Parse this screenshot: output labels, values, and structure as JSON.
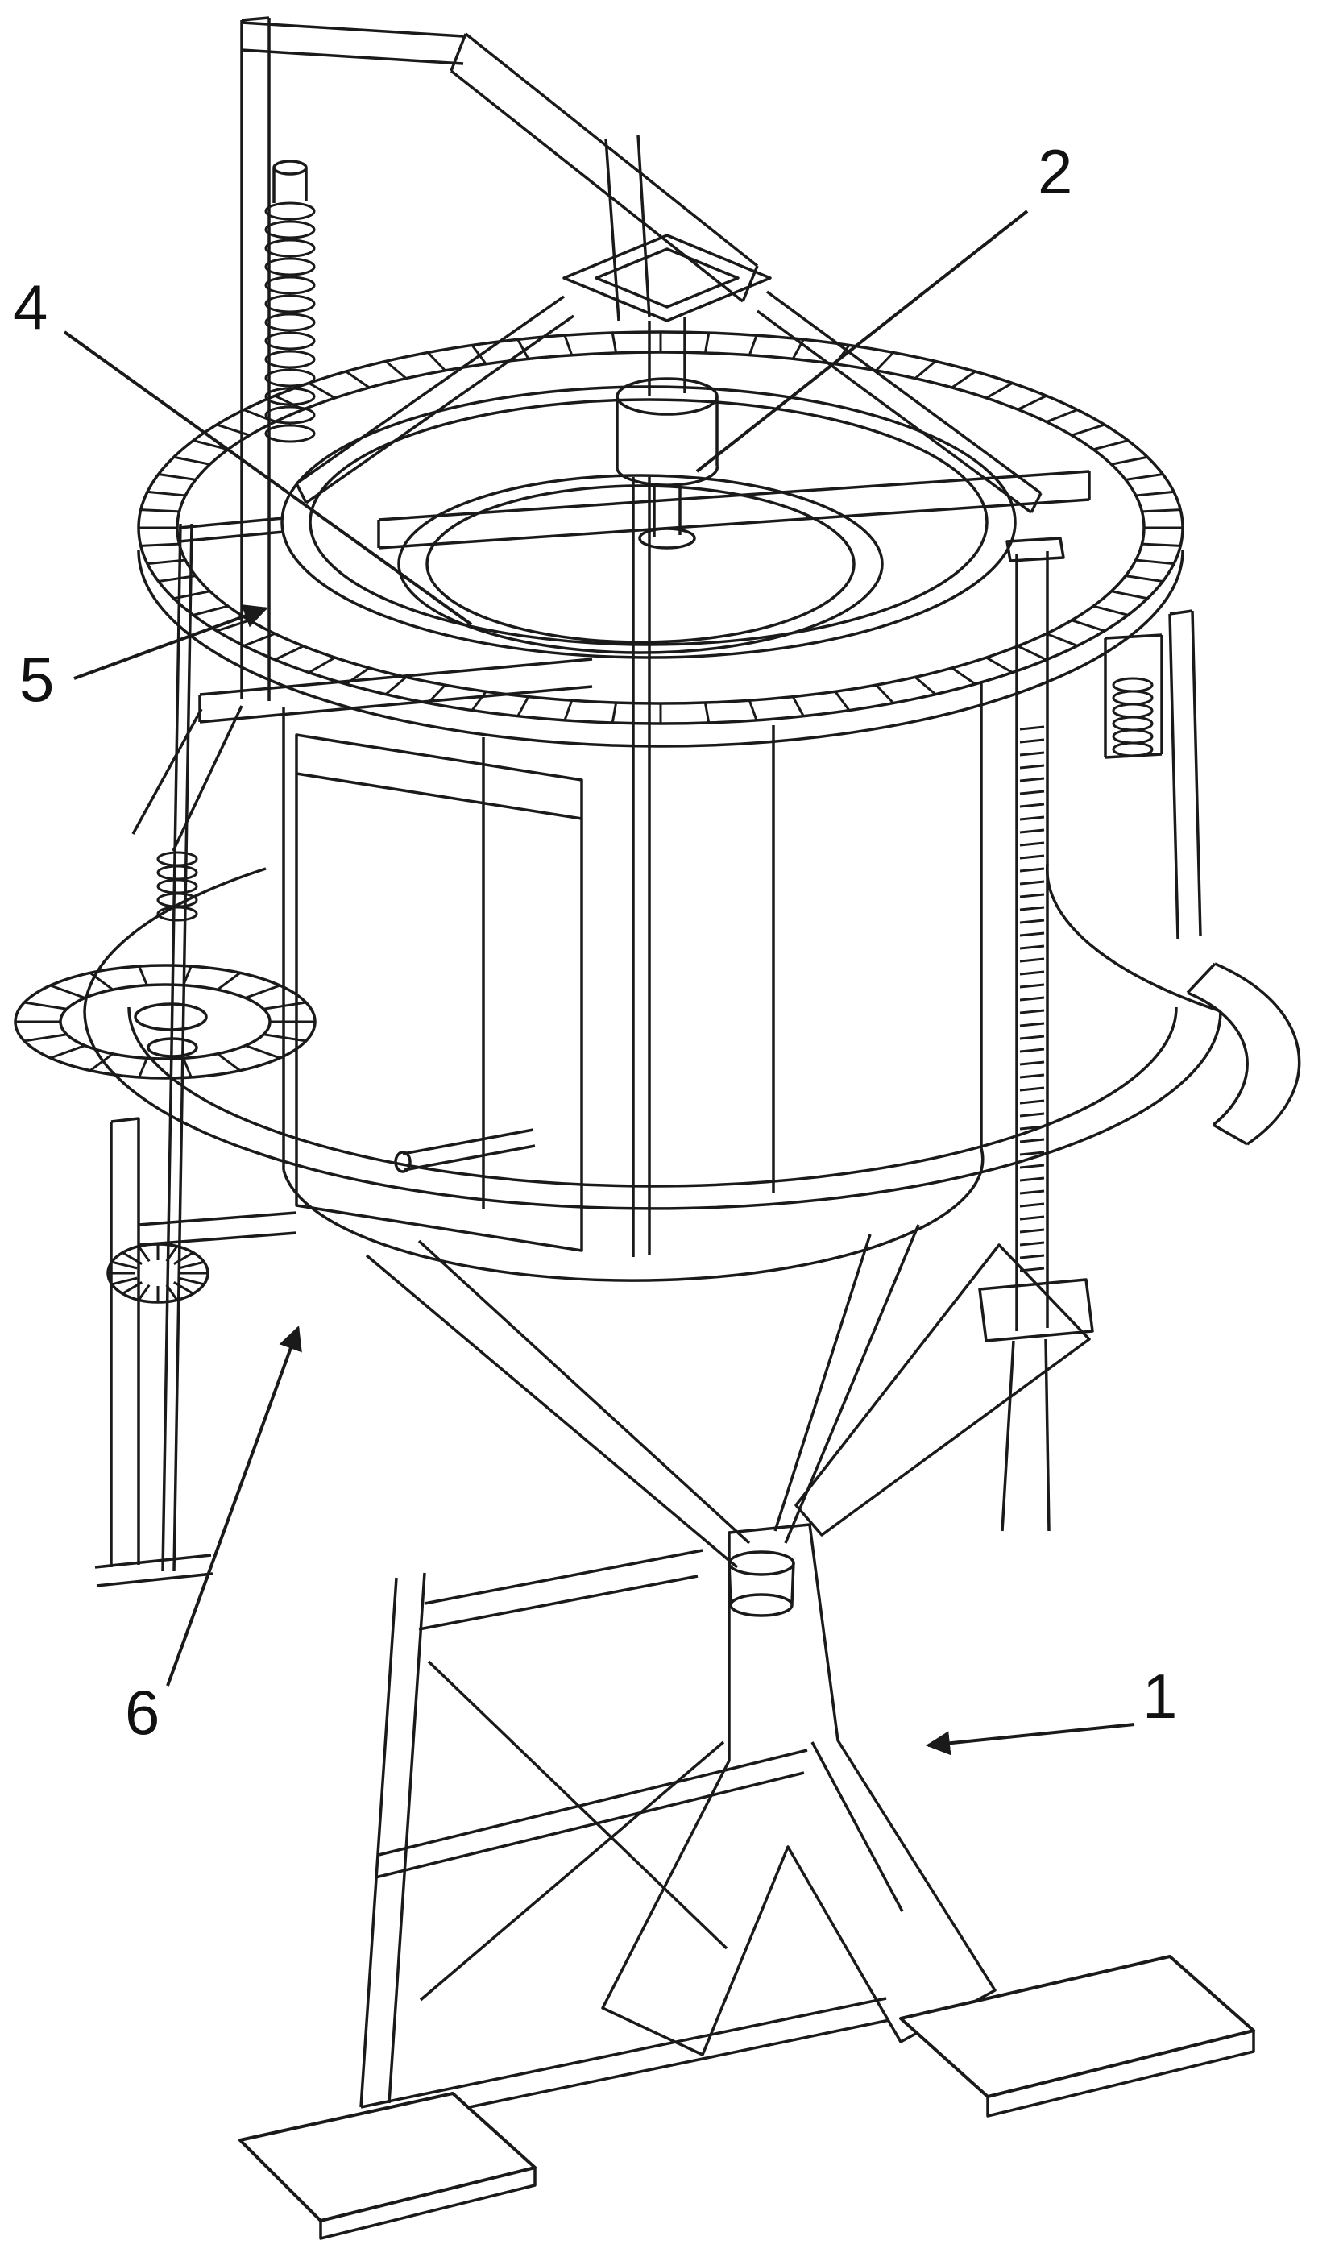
{
  "figure": {
    "colors": {
      "line": "#1a1a1a",
      "background": "#ffffff",
      "label": "#111111"
    },
    "callouts": {
      "c1": "1",
      "c2": "2",
      "c4": "4",
      "c5": "5",
      "c6": "6"
    }
  }
}
